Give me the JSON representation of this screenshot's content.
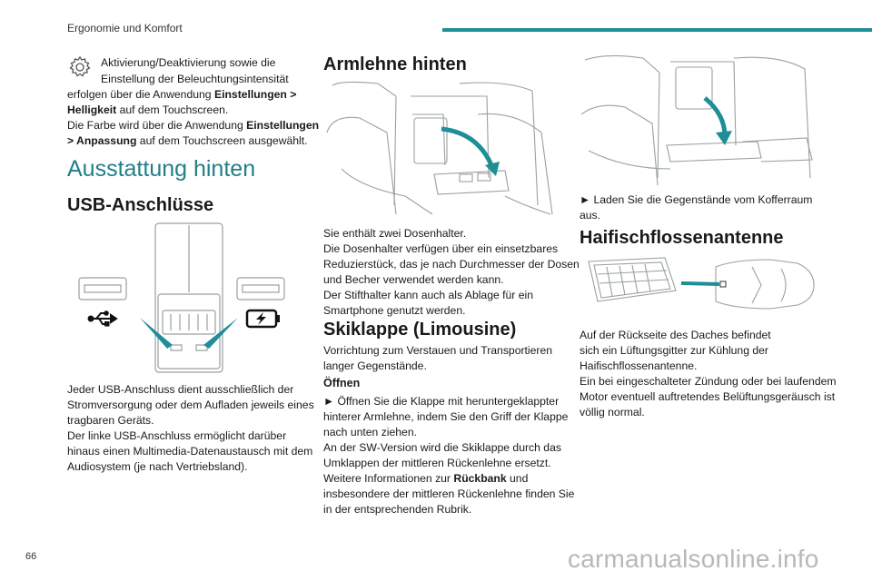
{
  "header": {
    "title": "Ergonomie und Komfort"
  },
  "page_number": "66",
  "watermark": "carmanualsonline.info",
  "col1": {
    "note_line1": "Aktivierung/Deaktivierung sowie die",
    "note_line2": "Einstellung der Beleuchtungsintensität",
    "note_line3_pre": "erfolgen über die Anwendung ",
    "note_line3_bold": "Einstellungen >",
    "note_line4_bold": "Helligkeit",
    "note_line4_post": " auf dem Touchscreen.",
    "note_line5_pre": "Die Farbe wird über die Anwendung ",
    "note_line5_bold": "Einstellungen",
    "note_line6_bold": "> Anpassung",
    "note_line6_post": " auf dem Touchscreen ausgewählt.",
    "section_title": "Ausstattung hinten",
    "usb_title": "USB-Anschlüsse",
    "usb_p1": "Jeder USB-Anschluss dient ausschließlich der",
    "usb_p2": "Stromversorgung oder dem Aufladen jeweils eines",
    "usb_p3": "tragbaren Geräts.",
    "usb_p4": "Der linke USB-Anschluss ermöglicht darüber",
    "usb_p5": "hinaus einen Multimedia-Datenaustausch mit dem",
    "usb_p6": "Audiosystem (je nach Vertriebsland)."
  },
  "col2": {
    "armrest_title": "Armlehne hinten",
    "armrest_p1": "Sie enthält zwei Dosenhalter.",
    "armrest_p2": "Die Dosenhalter verfügen über ein einsetzbares",
    "armrest_p3": "Reduzierstück, das je nach Durchmesser der Dosen",
    "armrest_p4": "und Becher verwendet werden kann.",
    "armrest_p5": "Der Stifthalter kann auch als Ablage für ein",
    "armrest_p6": "Smartphone genutzt werden.",
    "ski_title": "Skiklappe (Limousine)",
    "ski_p1": "Vorrichtung zum Verstauen und Transportieren",
    "ski_p2": "langer Gegenstände.",
    "open_title": "Öffnen",
    "open_p1": "► Öffnen Sie die Klappe mit heruntergeklappter",
    "open_p2": "hinterer Armlehne, indem Sie den Griff der Klappe",
    "open_p3": "nach unten ziehen.",
    "open_p4": "An der SW-Version wird die Skiklappe durch das",
    "open_p5": "Umklappen der mittleren Rückenlehne ersetzt.",
    "open_p6_pre": "Weitere Informationen zur ",
    "open_p6_bold": "Rückbank",
    "open_p6_post": " und",
    "open_p7": "insbesondere der mittleren Rückenlehne finden Sie",
    "open_p8": "in der entsprechenden Rubrik."
  },
  "col3": {
    "load_p1": "► Laden Sie die Gegenstände vom Kofferraum",
    "load_p2": "aus.",
    "antenna_title": "Haifischflossenantenne",
    "ant_p1": "Auf der Rückseite des Daches befindet",
    "ant_p2": "sich ein Lüftungsgitter zur Kühlung der",
    "ant_p3": "Haifischflossenantenne.",
    "ant_p4": "Ein bei eingeschalteter Zündung oder bei laufendem",
    "ant_p5": "Motor eventuell auftretendes Belüftungsgeräusch ist",
    "ant_p6": "völlig normal."
  },
  "colors": {
    "accent": "#1f8e97",
    "heading_teal": "#1f7f88",
    "illustration_gray": "#9aa0a0"
  }
}
